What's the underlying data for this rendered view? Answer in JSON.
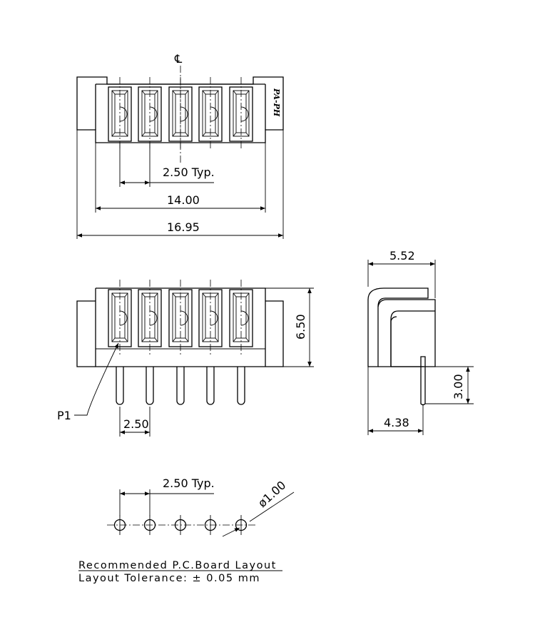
{
  "views": {
    "top": {
      "centerline_symbol": "℄",
      "part_marking": "PA-PH",
      "dims": {
        "pitch": "2.50 Typ.",
        "pin_span": "14.00",
        "overall_width": "16.95"
      }
    },
    "front": {
      "pin1_label": "P1",
      "dims": {
        "height": "6.50",
        "pitch": "2.50"
      }
    },
    "side": {
      "dims": {
        "depth": "5.52",
        "pin_length": "3.00",
        "pin_offset": "4.38"
      }
    },
    "pcb": {
      "pitch": "2.50 Typ.",
      "hole_diameter": "ø1.00",
      "title": "Recommended P.C.Board Layout",
      "tolerance": "Layout Tolerance: ± 0.05 mm"
    }
  }
}
